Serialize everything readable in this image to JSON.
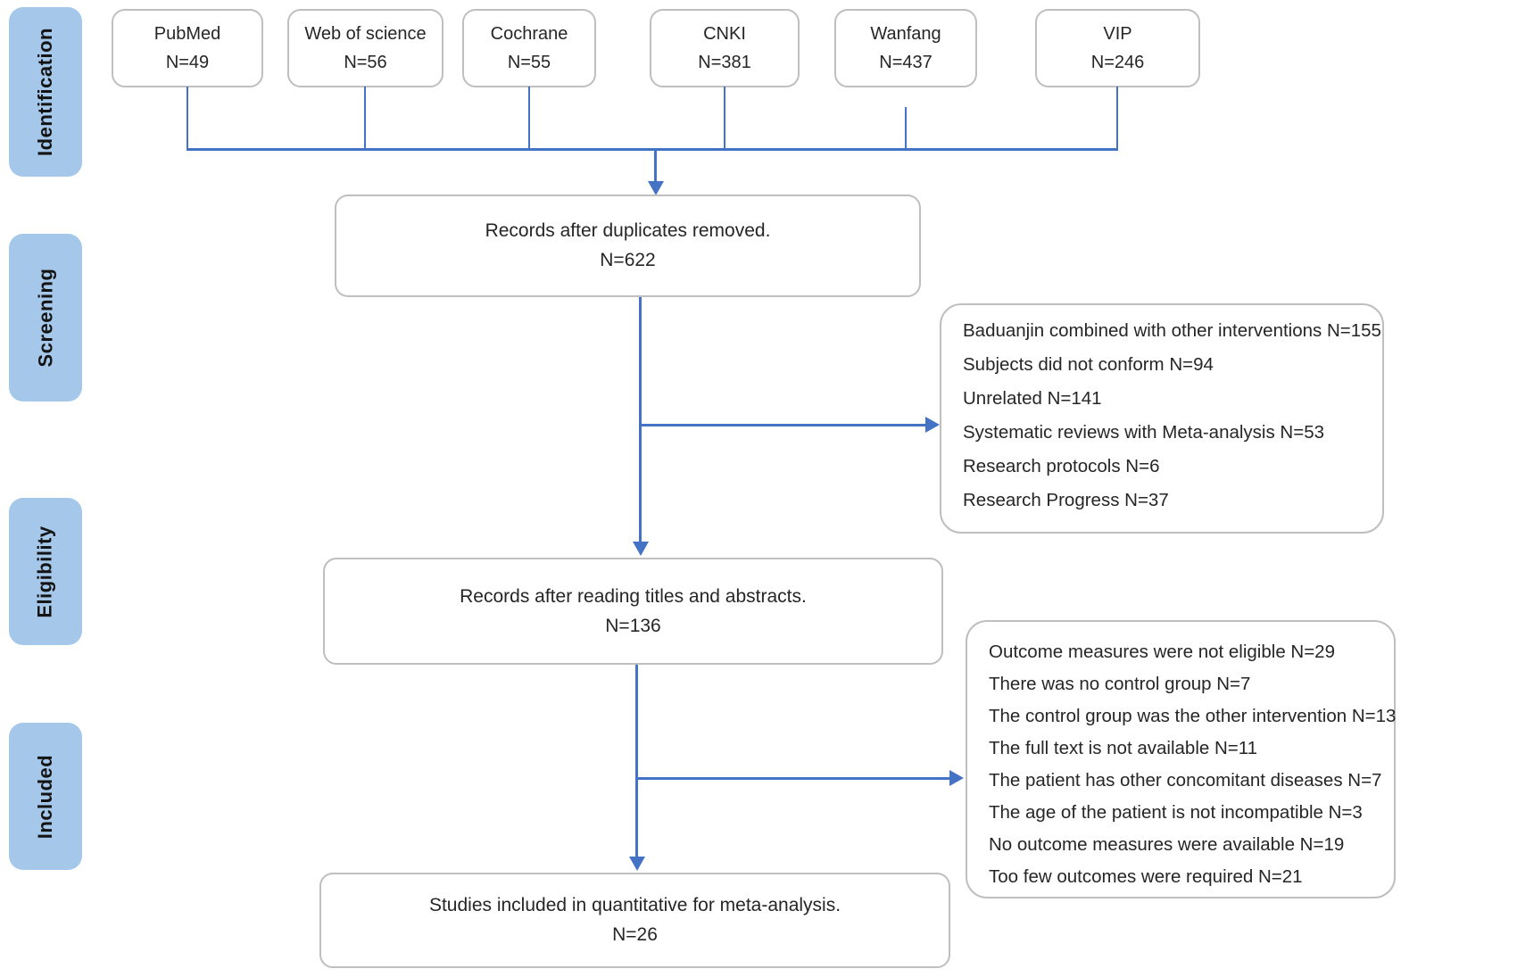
{
  "stages": [
    {
      "label": "Identification"
    },
    {
      "label": "Screening"
    },
    {
      "label": "Eligibility"
    },
    {
      "label": "Included"
    }
  ],
  "sources": [
    {
      "name": "PubMed",
      "count": "N=49"
    },
    {
      "name": "Web of science",
      "count": "N=56"
    },
    {
      "name": "Cochrane",
      "count": "N=55"
    },
    {
      "name": "CNKI",
      "count": "N=381"
    },
    {
      "name": "Wanfang",
      "count": "N=437"
    },
    {
      "name": "VIP",
      "count": "N=246"
    }
  ],
  "flow_boxes": [
    {
      "title": "Records after duplicates removed.",
      "count": "N=622"
    },
    {
      "title": "Records after reading titles and abstracts.",
      "count": "N=136"
    },
    {
      "title": "Studies included in quantitative for meta-analysis.",
      "count": "N=26"
    }
  ],
  "exclusions": [
    {
      "items": [
        "Baduanjin combined with other interventions N=155",
        "Subjects did not conform N=94",
        "Unrelated N=141",
        "Systematic reviews with Meta-analysis N=53",
        "Research protocols N=6",
        "Research Progress N=37"
      ]
    },
    {
      "items": [
        "Outcome measures were not eligible N=29",
        "There was no control group N=7",
        "The control group was the other intervention N=13",
        "The full text is not available N=11",
        "The patient has other concomitant diseases N=7",
        "The age of the patient is not incompatible N=3",
        "No outcome measures were available N=19",
        "Too few outcomes were required N=21"
      ]
    }
  ],
  "colors": {
    "accent": "#4472C4",
    "stage_fill": "#A4C7EA",
    "box_border": "#BFBFBF"
  }
}
